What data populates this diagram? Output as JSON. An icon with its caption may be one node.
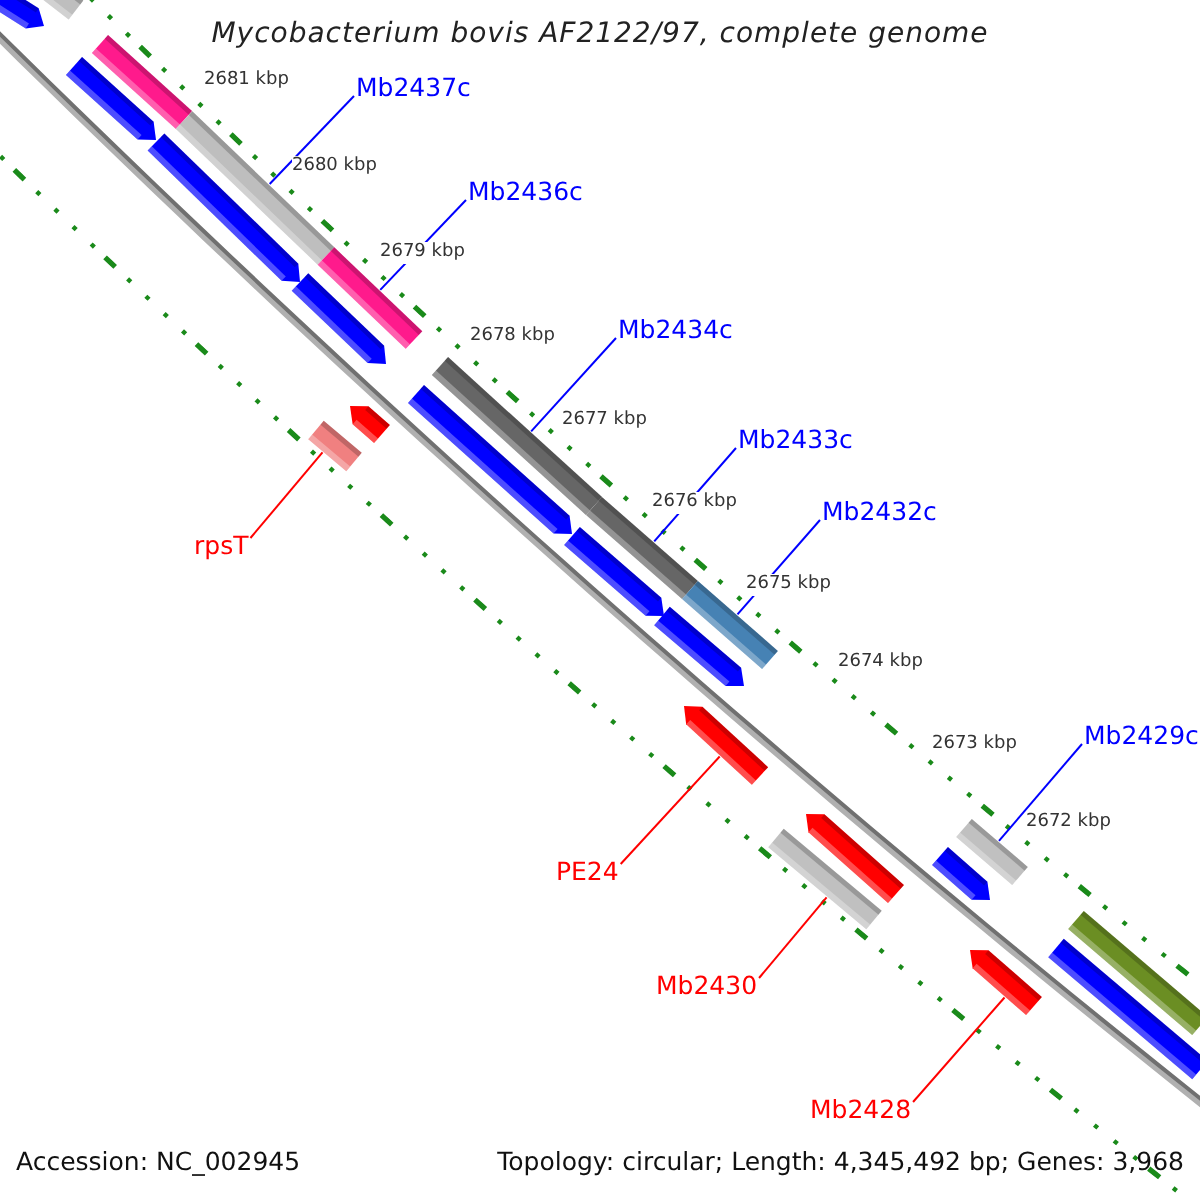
{
  "diagram": {
    "title": "Mycobacterium bovis AF2122/97, complete genome",
    "nodes": [
      {
        "text": [
          "Mb2437c"
        ]
      },
      {
        "text": [
          "Mb2436c"
        ]
      },
      {
        "text": [
          "Mb2434c"
        ]
      },
      {
        "text": [
          "Mb2433c"
        ]
      },
      {
        "text": [
          "Mb2432c"
        ]
      },
      {
        "text": [
          "rpsT"
        ]
      },
      {
        "text": [
          "PE24"
        ]
      },
      {
        "text": [
          "Mb2429c"
        ]
      },
      {
        "text": [
          "Mb2430"
        ]
      },
      {
        "text": [
          "Mb2428"
        ]
      },
      {
        "text": [],
        "shape": "arrow"
      },
      {
        "text": [],
        "shape": "bar"
      },
      {
        "text": [],
        "shape": "bar"
      },
      {
        "text": [],
        "shape": "bar"
      },
      {
        "text": [],
        "shape": "bar"
      },
      {
        "text": [],
        "shape": "arrow"
      },
      {
        "text": [],
        "shape": "arrow"
      },
      {
        "text": [],
        "shape": "arrow"
      },
      {
        "text": [],
        "shape": "bar"
      },
      {
        "text": [],
        "shape": "bar"
      },
      {
        "text": [],
        "shape": "bar"
      },
      {
        "text": [],
        "shape": "arrow"
      },
      {
        "text": [],
        "shape": "arrow"
      },
      {
        "text": [],
        "shape": "arrow"
      },
      {
        "text": [],
        "shape": "arrow"
      },
      {
        "text": [],
        "shape": "bar"
      },
      {
        "text": [],
        "shape": "arrow"
      },
      {
        "text": [],
        "shape": "arrow"
      },
      {
        "text": [],
        "shape": "bar"
      },
      {
        "text": [],
        "shape": "arrow"
      },
      {
        "text": [],
        "shape": "bar"
      },
      {
        "text": [],
        "shape": "arrow"
      },
      {
        "text": [],
        "shape": "bar"
      },
      {
        "text": [],
        "shape": "bar"
      }
    ],
    "edges": [
      {
        "from": 0,
        "to": 13,
        "arrow": "none"
      },
      {
        "from": 1,
        "to": 14,
        "arrow": "none"
      },
      {
        "from": 2,
        "to": 18,
        "arrow": "none"
      },
      {
        "from": 3,
        "to": 19,
        "arrow": "none"
      },
      {
        "from": 4,
        "to": 20,
        "arrow": "none"
      },
      {
        "from": 5,
        "to": 25,
        "arrow": "none",
        "color": "#ff0000"
      },
      {
        "from": 6,
        "to": 26,
        "arrow": "none",
        "color": "#ff0000"
      },
      {
        "from": 7,
        "to": 30,
        "arrow": "none"
      },
      {
        "from": 8,
        "to": 28,
        "arrow": "none",
        "color": "#ff0000"
      },
      {
        "from": 9,
        "to": 31,
        "arrow": "none",
        "color": "#ff0000"
      }
    ],
    "labels": [
      "2681 kbp",
      "2680 kbp",
      "2679 kbp",
      "2678 kbp",
      "2677 kbp",
      "2676 kbp",
      "2675 kbp",
      "2674 kbp",
      "2673 kbp",
      "2672 kbp",
      "Accession: NC_002945",
      "Topology: circular; Length: 4,345,492 bp; Genes: 3,968"
    ]
  }
}
